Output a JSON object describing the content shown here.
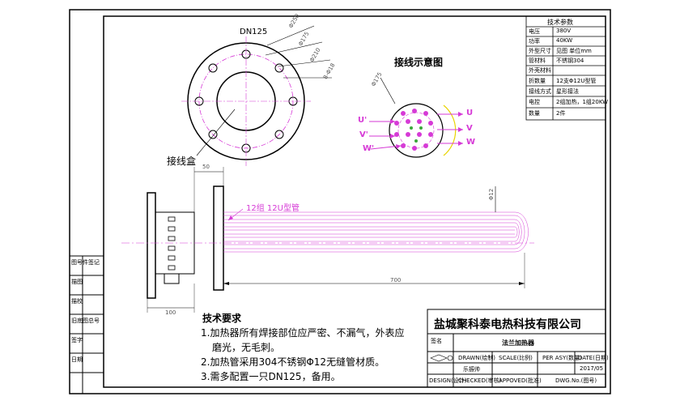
{
  "flange_view": {
    "title": "DN125",
    "dims": [
      "Φ250",
      "Φ175",
      "Φ210",
      "8-Φ18"
    ]
  },
  "wiring_view": {
    "title": "接线示意图",
    "dia": "Φ175",
    "left_labels": [
      "U'",
      "V'",
      "W'"
    ],
    "right_labels": [
      "U",
      "V",
      "W"
    ]
  },
  "side_view": {
    "junction_box_label": "接线盒",
    "dim_50": "50",
    "dim_100": "100",
    "dim_700": "700",
    "dim_12": "Φ12",
    "tube_note": "12组 12U型管"
  },
  "tech_params": {
    "header": "技术参数",
    "rows": [
      {
        "k": "电压",
        "v": "380V"
      },
      {
        "k": "功率",
        "v": "40KW"
      },
      {
        "k": "外型尺寸",
        "v": "见图  单位mm"
      },
      {
        "k": "管材料",
        "v": "不锈钢304"
      },
      {
        "k": "外壳材料",
        "v": ""
      },
      {
        "k": "折数量",
        "v": "12支Φ12U型管"
      },
      {
        "k": "接线方式",
        "v": "星形接法"
      },
      {
        "k": "电控",
        "v": "2组加热，1组20KW"
      },
      {
        "k": "数量",
        "v": "2件"
      }
    ]
  },
  "requirements": {
    "title": "技术要求",
    "items": [
      "1.加热器所有焊接部位应严密、不漏气，外表应",
      "磨光，无毛刺。",
      "2.加热管采用304不锈钢Φ12无缝管材质。",
      "3.需多配置一只DN125，备用。"
    ]
  },
  "title_block": {
    "company": "盐城聚科泰电热科技有限公司",
    "product": "法兰加热器",
    "name_label": "签名",
    "drawn_label": "DRAWN(绘制)",
    "drawn_value": "乐振帅",
    "scale_label": "SCALE(比例)",
    "qty_label": "PER ASY(数量)",
    "date_label": "DATE(日期)",
    "date_value": "2017/05",
    "checked_label": "CHECKED(审核)",
    "approved_label": "APPOVED(批准)",
    "dwg_label": "DWG.No.(图号)",
    "design_label": "DESIGN(设计)"
  },
  "left_strip": {
    "rows": [
      "图号件签记",
      "描图",
      "描校",
      "旧底图总号",
      "签字",
      "日期"
    ]
  }
}
